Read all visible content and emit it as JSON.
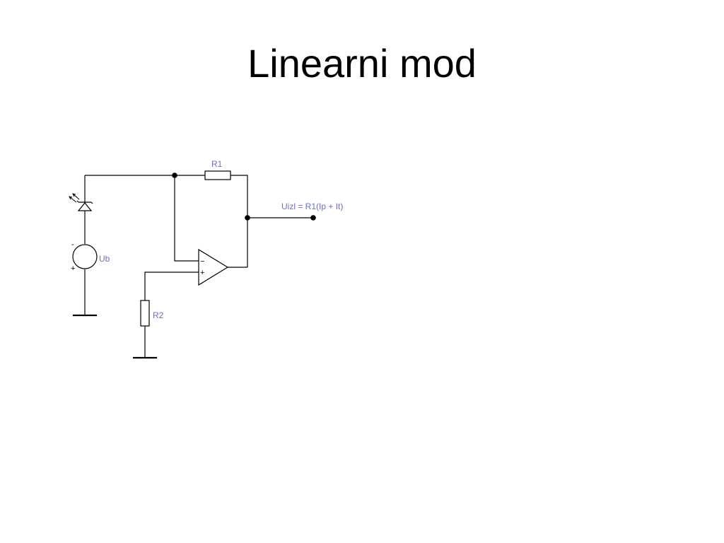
{
  "slide": {
    "title": "Linearni mod"
  },
  "schematic": {
    "components": {
      "r1": "R1",
      "r2": "R2",
      "source": "Ub",
      "output": "Uizl = R1(Ip + It)"
    },
    "source_polarity": {
      "top": "-",
      "bottom": "+"
    },
    "opamp_inputs": {
      "inverting": "−",
      "noninverting": "+"
    },
    "colors": {
      "label": "#6a6adf",
      "wire": "#000000"
    }
  }
}
